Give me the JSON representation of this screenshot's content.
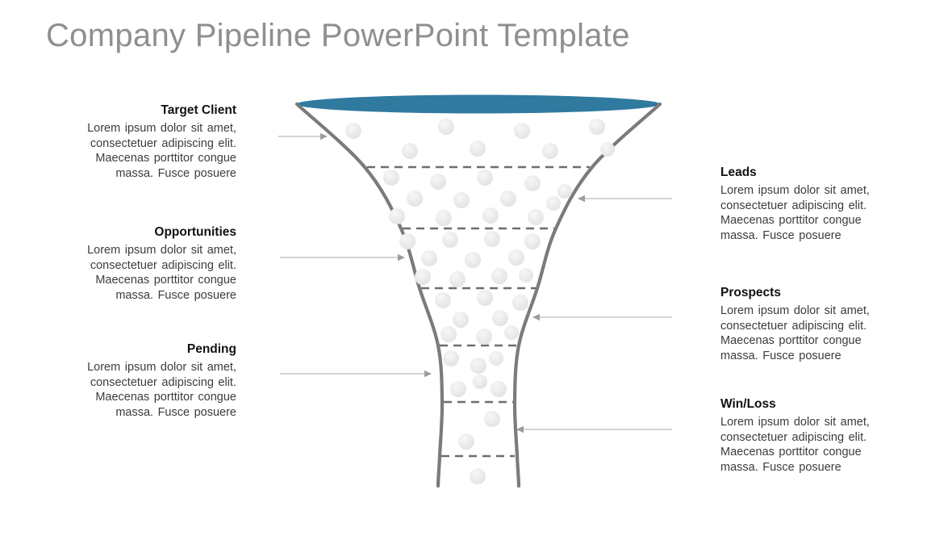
{
  "title": "Company Pipeline PowerPoint Template",
  "funnel": {
    "sections": [
      {
        "label": "Target Client",
        "side": "left",
        "description": "Lorem ipsum dolor sit amet, consectetuer adipiscing elit. Maecenas porttitor congue massa. Fusce posuere"
      },
      {
        "label": "Leads",
        "side": "right",
        "description": "Lorem ipsum dolor sit amet, consectetuer adipiscing elit. Maecenas porttitor congue massa. Fusce posuere"
      },
      {
        "label": "Opportunities",
        "side": "left",
        "description": "Lorem ipsum dolor sit amet, consectetuer adipiscing elit. Maecenas porttitor congue massa. Fusce posuere"
      },
      {
        "label": "Prospects",
        "side": "right",
        "description": "Lorem ipsum dolor sit amet, consectetuer adipiscing elit. Maecenas porttitor congue massa. Fusce posuere"
      },
      {
        "label": "Pending",
        "side": "left",
        "description": "Lorem ipsum dolor sit amet, consectetuer adipiscing elit. Maecenas porttitor congue massa. Fusce posuere"
      },
      {
        "label": "Win/Loss",
        "side": "right",
        "description": "Lorem ipsum dolor sit amet, consectetuer adipiscing elit. Maecenas porttitor congue massa. Fusce posuere"
      }
    ]
  },
  "colors": {
    "accent_teal": "#30799F",
    "funnel_outline": "#7b7b7b",
    "divider_gray": "#6d6d6d",
    "bubble_gray": "#e9e9e9",
    "arrow_gray": "#9c9c9c",
    "title_gray": "#8f8f8f"
  }
}
